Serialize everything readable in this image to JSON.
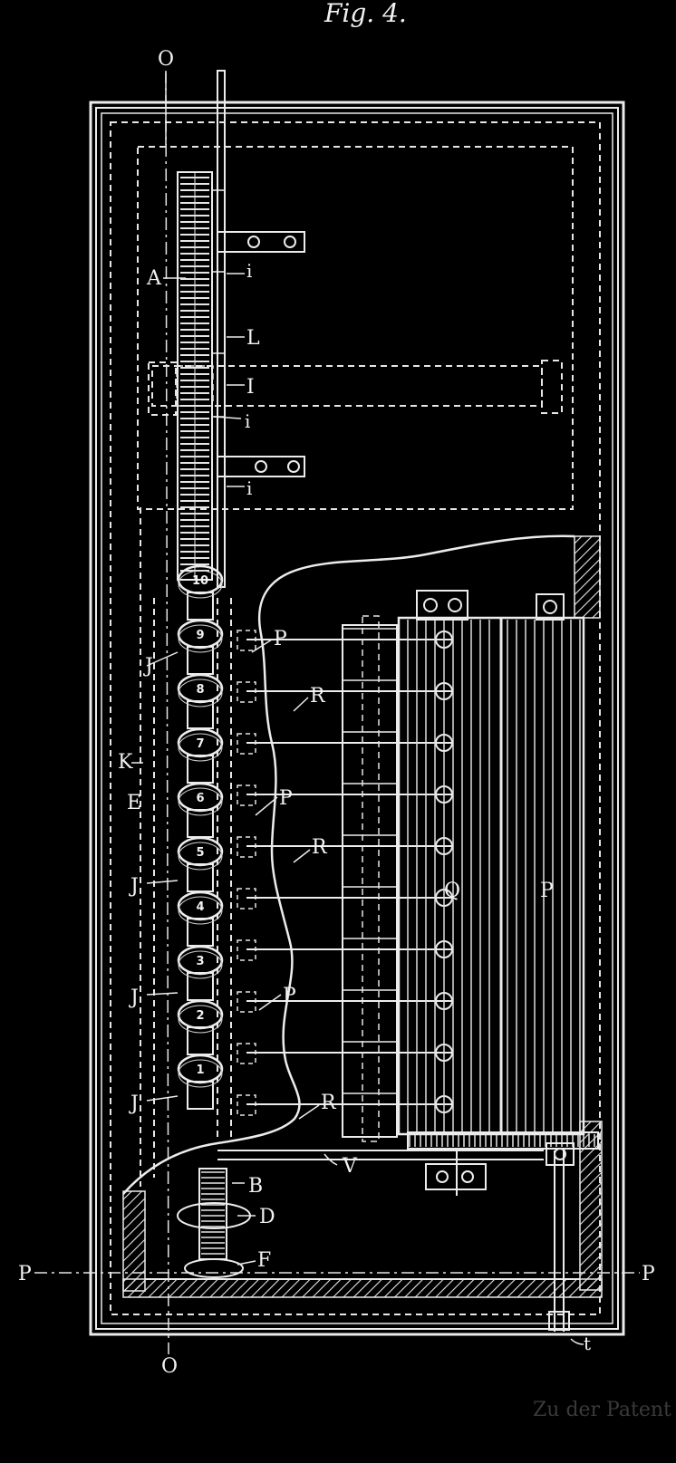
{
  "figure": {
    "title": "Fig. 4.",
    "footer_text": "Zu der Patent"
  },
  "labels": {
    "O_top": "O",
    "O_bottom": "O",
    "P_left": "P",
    "P_right": "P",
    "A": "A",
    "i_1": "i",
    "L": "L",
    "I": "I",
    "i_2": "i",
    "i_3": "i",
    "K": "K",
    "E": "E",
    "J_1": "J",
    "J_2": "J",
    "J_3": "J",
    "J_4": "J",
    "p_1": "P",
    "p_2": "P",
    "p_3": "P",
    "R_1": "R",
    "R_2": "R",
    "R_3": "R",
    "Q": "Q",
    "P_roller": "P",
    "B": "B",
    "D": "D",
    "F": "F",
    "V": "V",
    "t": "t"
  },
  "cams": [
    "10",
    "9",
    "8",
    "7",
    "6",
    "5",
    "4",
    "3",
    "2",
    "1"
  ],
  "colors": {
    "background": "#000000",
    "ink": "#ececec"
  }
}
